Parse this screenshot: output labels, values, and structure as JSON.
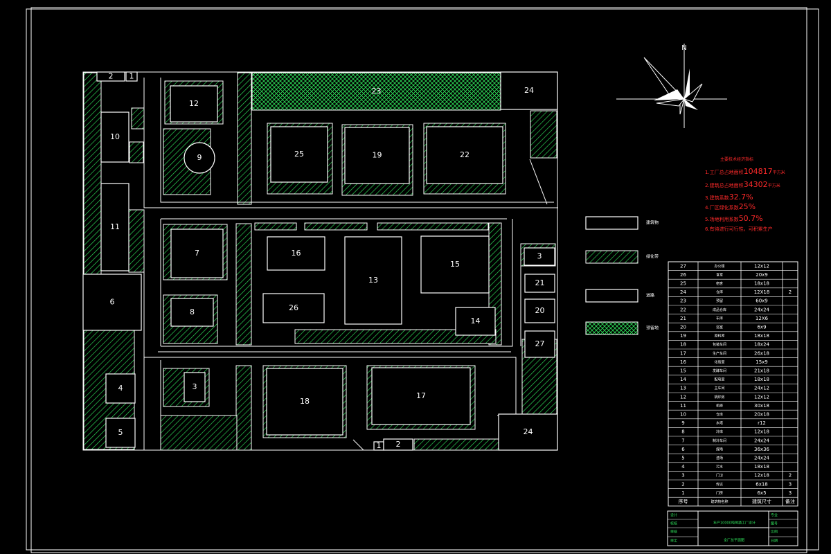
{
  "buildings": [
    {
      "id": "b-2-top",
      "label": "2"
    },
    {
      "id": "b-1-top",
      "label": "1"
    },
    {
      "id": "b-12",
      "label": "12"
    },
    {
      "id": "b-23",
      "label": "23"
    },
    {
      "id": "b-24-top",
      "label": "24"
    },
    {
      "id": "b-10",
      "label": "10"
    },
    {
      "id": "b-9",
      "label": "9"
    },
    {
      "id": "b-25",
      "label": "25"
    },
    {
      "id": "b-19",
      "label": "19"
    },
    {
      "id": "b-22",
      "label": "22"
    },
    {
      "id": "b-11",
      "label": "11"
    },
    {
      "id": "b-7",
      "label": "7"
    },
    {
      "id": "b-16",
      "label": "16"
    },
    {
      "id": "b-13",
      "label": "13"
    },
    {
      "id": "b-15",
      "label": "15"
    },
    {
      "id": "b-3-right",
      "label": "3"
    },
    {
      "id": "b-21",
      "label": "21"
    },
    {
      "id": "b-6",
      "label": "6"
    },
    {
      "id": "b-26",
      "label": "26"
    },
    {
      "id": "b-8",
      "label": "8"
    },
    {
      "id": "b-14",
      "label": "14"
    },
    {
      "id": "b-20",
      "label": "20"
    },
    {
      "id": "b-27",
      "label": "27"
    },
    {
      "id": "b-4",
      "label": "4"
    },
    {
      "id": "b-3-left",
      "label": "3"
    },
    {
      "id": "b-18",
      "label": "18"
    },
    {
      "id": "b-17",
      "label": "17"
    },
    {
      "id": "b-5",
      "label": "5"
    },
    {
      "id": "b-24-bottom",
      "label": "24"
    },
    {
      "id": "b-1-bottom",
      "label": "1"
    },
    {
      "id": "b-2-bottom",
      "label": "2"
    }
  ],
  "summary": {
    "title": "主要技术经济指标",
    "lines": [
      {
        "prefix": "1.工厂总占地面积",
        "value": "104817",
        "suffix": "平方米"
      },
      {
        "prefix": "2.建筑总占地面积",
        "value": "34302",
        "suffix": "平方米"
      },
      {
        "prefix": "3.建筑系数",
        "value": "32.7%",
        "suffix": ""
      },
      {
        "prefix": "4.厂区绿化系数",
        "value": "25%",
        "suffix": ""
      },
      {
        "prefix": "5.场地利用系数",
        "value": "50.7%",
        "suffix": ""
      },
      {
        "prefix": "6.有待进行可行性。可积累生产",
        "value": "",
        "suffix": ""
      }
    ]
  },
  "legend": [
    {
      "label": "建筑物"
    },
    {
      "label": "绿化带"
    },
    {
      "label": "道路"
    },
    {
      "label": "预留地"
    }
  ],
  "schedule": {
    "rows": [
      {
        "no": "27",
        "name": "办公楼",
        "size": "12x12",
        "qty": ""
      },
      {
        "no": "26",
        "name": "食堂",
        "size": "20x9",
        "qty": ""
      },
      {
        "no": "25",
        "name": "宿舍",
        "size": "18x18",
        "qty": ""
      },
      {
        "no": "24",
        "name": "仓库",
        "size": "12X18",
        "qty": "2"
      },
      {
        "no": "23",
        "name": "预留",
        "size": "60x9",
        "qty": ""
      },
      {
        "no": "22",
        "name": "成品仓库",
        "size": "24x24",
        "qty": ""
      },
      {
        "no": "21",
        "name": "车库",
        "size": "12X6",
        "qty": ""
      },
      {
        "no": "20",
        "name": "浴室",
        "size": "6x9",
        "qty": ""
      },
      {
        "no": "19",
        "name": "原料库",
        "size": "18x18",
        "qty": ""
      },
      {
        "no": "18",
        "name": "包装车间",
        "size": "18x24",
        "qty": ""
      },
      {
        "no": "17",
        "name": "生产车间",
        "size": "26x18",
        "qty": ""
      },
      {
        "no": "16",
        "name": "化验室",
        "size": "15x9",
        "qty": ""
      },
      {
        "no": "15",
        "name": "发酵车间",
        "size": "21x18",
        "qty": ""
      },
      {
        "no": "14",
        "name": "配电室",
        "size": "18x18",
        "qty": ""
      },
      {
        "no": "13",
        "name": "主车间",
        "size": "24x12",
        "qty": ""
      },
      {
        "no": "12",
        "name": "锅炉房",
        "size": "12x12",
        "qty": ""
      },
      {
        "no": "11",
        "name": "机修",
        "size": "30x18",
        "qty": ""
      },
      {
        "no": "10",
        "name": "仓库",
        "size": "20x18",
        "qty": ""
      },
      {
        "no": "9",
        "name": "水塔",
        "size": "r12",
        "qty": ""
      },
      {
        "no": "8",
        "name": "冷库",
        "size": "12x18",
        "qty": ""
      },
      {
        "no": "7",
        "name": "制冷车间",
        "size": "24x24",
        "qty": ""
      },
      {
        "no": "6",
        "name": "煤场",
        "size": "36x36",
        "qty": ""
      },
      {
        "no": "5",
        "name": "渣场",
        "size": "24x24",
        "qty": ""
      },
      {
        "no": "4",
        "name": "污水",
        "size": "18x18",
        "qty": ""
      },
      {
        "no": "3",
        "name": "门卫",
        "size": "12x18",
        "qty": "2"
      },
      {
        "no": "2",
        "name": "传达",
        "size": "6x18",
        "qty": "3"
      },
      {
        "no": "1",
        "name": "门房",
        "size": "6x5",
        "qty": "3"
      }
    ],
    "header": {
      "no": "序号",
      "name": "建筑物名称",
      "size": "建筑尺寸",
      "qty": "备注"
    }
  },
  "title_block": {
    "project": "年产10000吨啤酒工厂设计",
    "drawing": "全厂总平面图",
    "cells": [
      "设计",
      "校核",
      "审核",
      "审定",
      "专业",
      "图号",
      "比例",
      "日期"
    ]
  },
  "north": {
    "label": "N"
  },
  "colors": {
    "lines": "#ffffff",
    "hatch": "#2ee05a",
    "highlight": "#ff2a2a",
    "background": "#000000"
  }
}
